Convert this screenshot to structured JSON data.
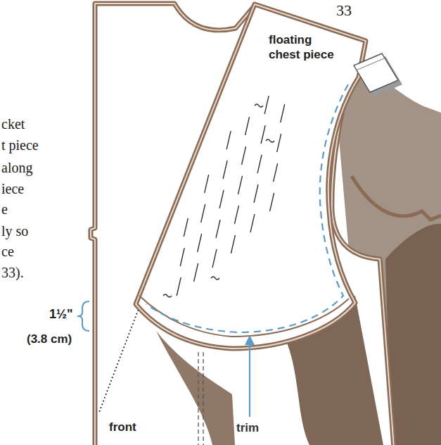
{
  "diagram": {
    "nodes": [
      {
        "text": [
          "floating chest piece"
        ]
      },
      {
        "text": [
          "front"
        ]
      }
    ],
    "labels": [
      "33",
      "cket",
      "t piece",
      "along",
      "iece",
      "e",
      "ly so",
      "ce",
      "33).",
      "1½\"",
      "(3.8 cm)",
      "trim"
    ]
  }
}
